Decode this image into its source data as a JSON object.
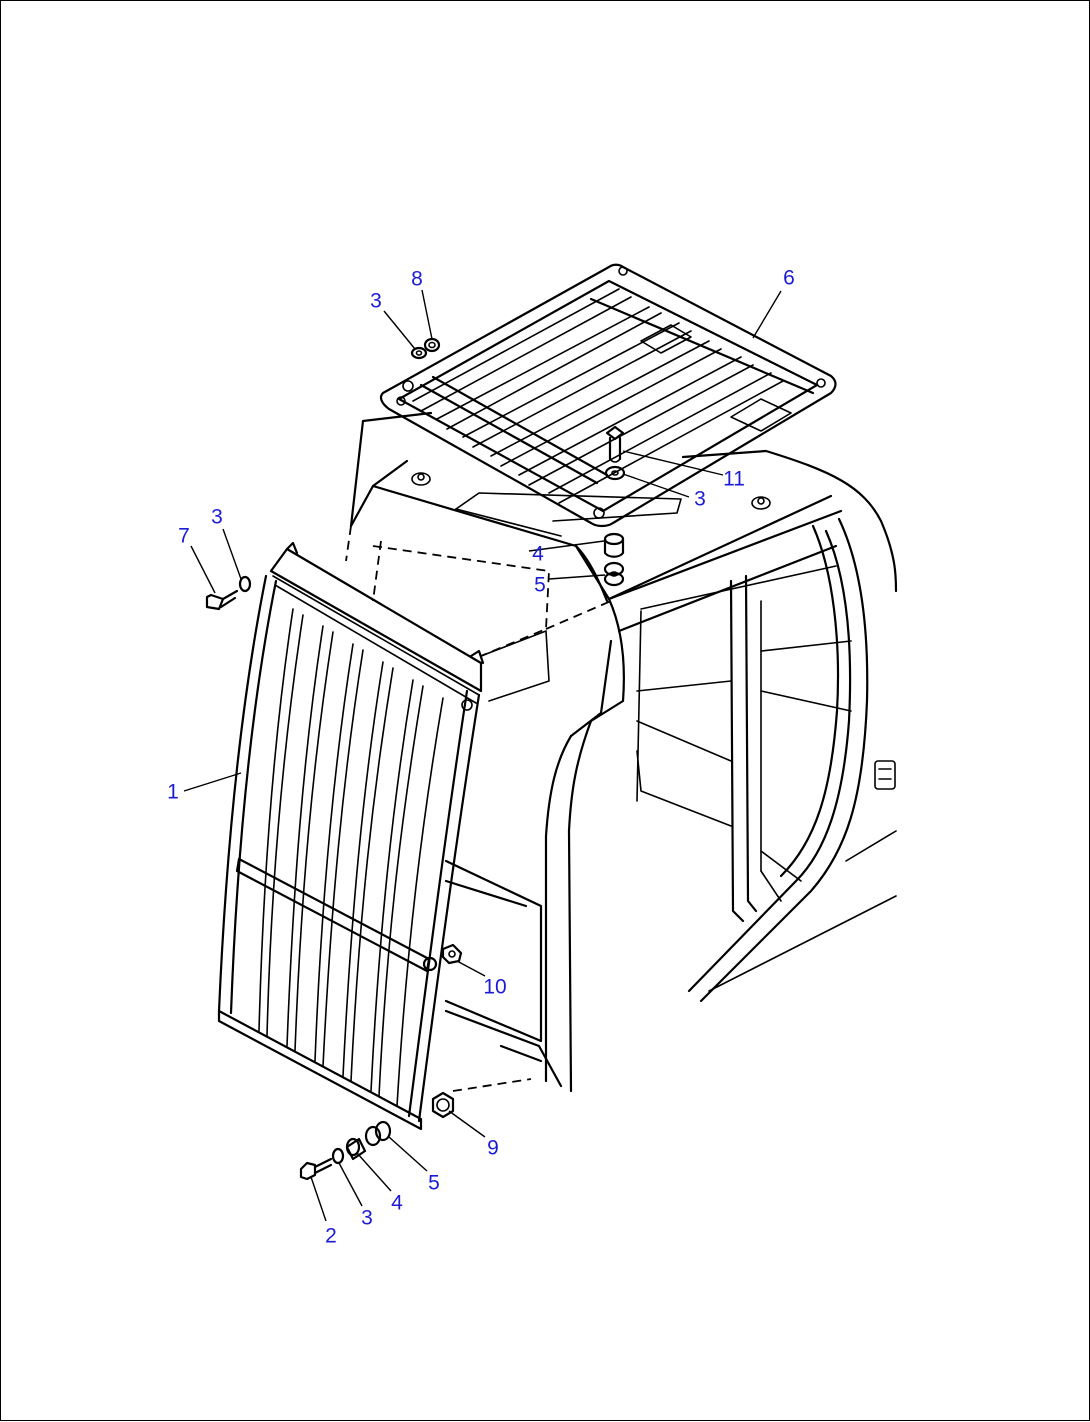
{
  "diagram": {
    "callout_color": "#1c1cd6",
    "line_color": "#000000",
    "callouts": [
      {
        "label": "8",
        "part": "top-guard-bolt"
      },
      {
        "label": "3",
        "part": "washer"
      },
      {
        "label": "6",
        "part": "top-guard"
      },
      {
        "label": "11",
        "part": "bolt"
      },
      {
        "label": "3",
        "part": "washer"
      },
      {
        "label": "4",
        "part": "spacer"
      },
      {
        "label": "5",
        "part": "rubber-cushion"
      },
      {
        "label": "3",
        "part": "washer"
      },
      {
        "label": "7",
        "part": "bolt"
      },
      {
        "label": "1",
        "part": "front-guard"
      },
      {
        "label": "10",
        "part": "nut"
      },
      {
        "label": "9",
        "part": "cushion"
      },
      {
        "label": "5",
        "part": "rubber-cushion"
      },
      {
        "label": "4",
        "part": "spacer"
      },
      {
        "label": "3",
        "part": "washer"
      },
      {
        "label": "2",
        "part": "bolt"
      }
    ]
  }
}
